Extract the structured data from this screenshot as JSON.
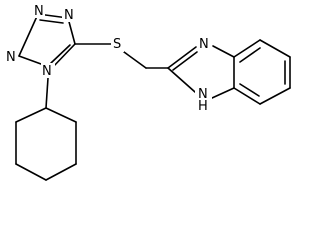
{
  "molecule": {
    "atom_labels": {
      "n_tetrazole_top": "N",
      "n_tetrazole_right": "N",
      "n_tetrazole_left": "N",
      "n_tetrazole_bottom": "N",
      "sulfur": "S",
      "n_imidazole_top": "N",
      "nh_imidazole": "N",
      "nh_hydrogen": "H"
    },
    "fragments": [
      "tetrazole-ring",
      "cyclohexyl-ring",
      "benzimidazole-ring",
      "thioether-linker"
    ]
  }
}
